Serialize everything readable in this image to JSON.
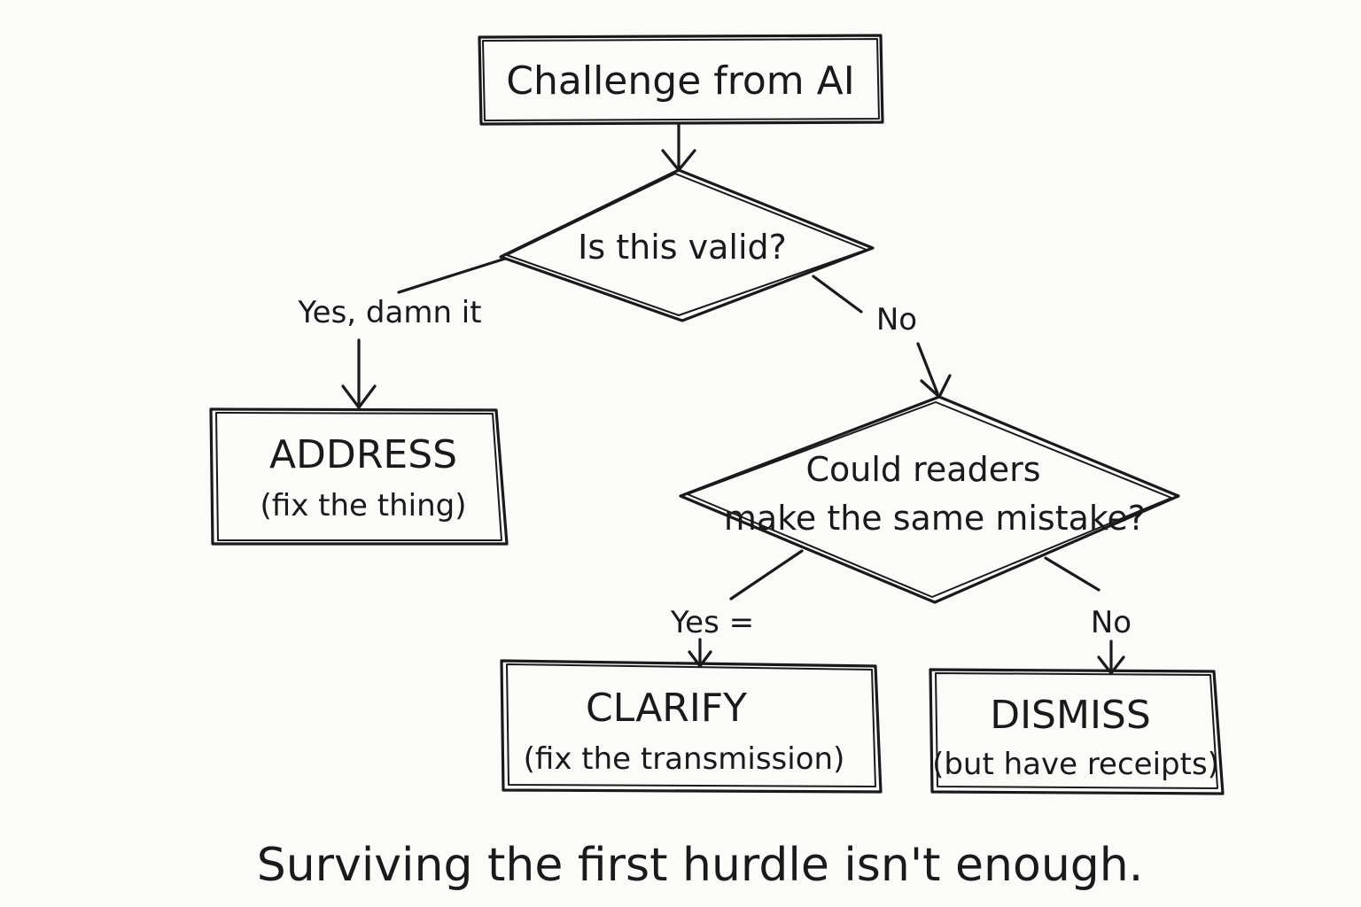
{
  "nodes": {
    "start": {
      "label": "Challenge from AI"
    },
    "decision1": {
      "label": "Is this valid?"
    },
    "address": {
      "title": "ADDRESS",
      "subtitle": "(fix the thing)"
    },
    "decision2": {
      "line1": "Could readers",
      "line2": "make the same mistake?"
    },
    "clarify": {
      "title": "CLARIFY",
      "subtitle": "(fix the transmission)"
    },
    "dismiss": {
      "title": "DISMISS",
      "subtitle": "(but have receipts)"
    }
  },
  "edges": {
    "valid_yes": "Yes, damn it",
    "valid_no": "No",
    "readers_yes": "Yes =",
    "readers_no": "No"
  },
  "caption": "Surviving the first hurdle isn't enough."
}
